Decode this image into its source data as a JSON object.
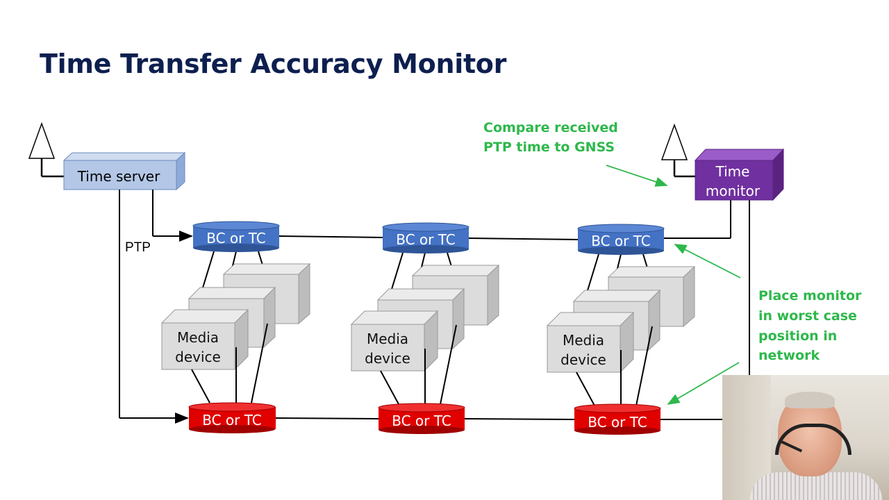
{
  "title": "Time Transfer Accuracy Monitor",
  "time_server": "Time server",
  "time_monitor_line1": "Time",
  "time_monitor_line2": "monitor",
  "ptp": "PTP",
  "bc_tc": "BC or TC",
  "media_line1": "Media",
  "media_line2": "device",
  "note_compare_line1": "Compare received",
  "note_compare_line2": "PTP time to GNSS",
  "note_place_line1": "Place monitor",
  "note_place_line2": "in worst case",
  "note_place_line3": "position in",
  "note_place_line4": "network",
  "colors": {
    "title": "#0d1f4f",
    "accent_green": "#2eb84b",
    "blue_node": "#4472c4",
    "red_node": "#e00000",
    "monitor_purple": "#7030a0",
    "server_blue": "#b4c7e7"
  },
  "webcam": "presenter video"
}
